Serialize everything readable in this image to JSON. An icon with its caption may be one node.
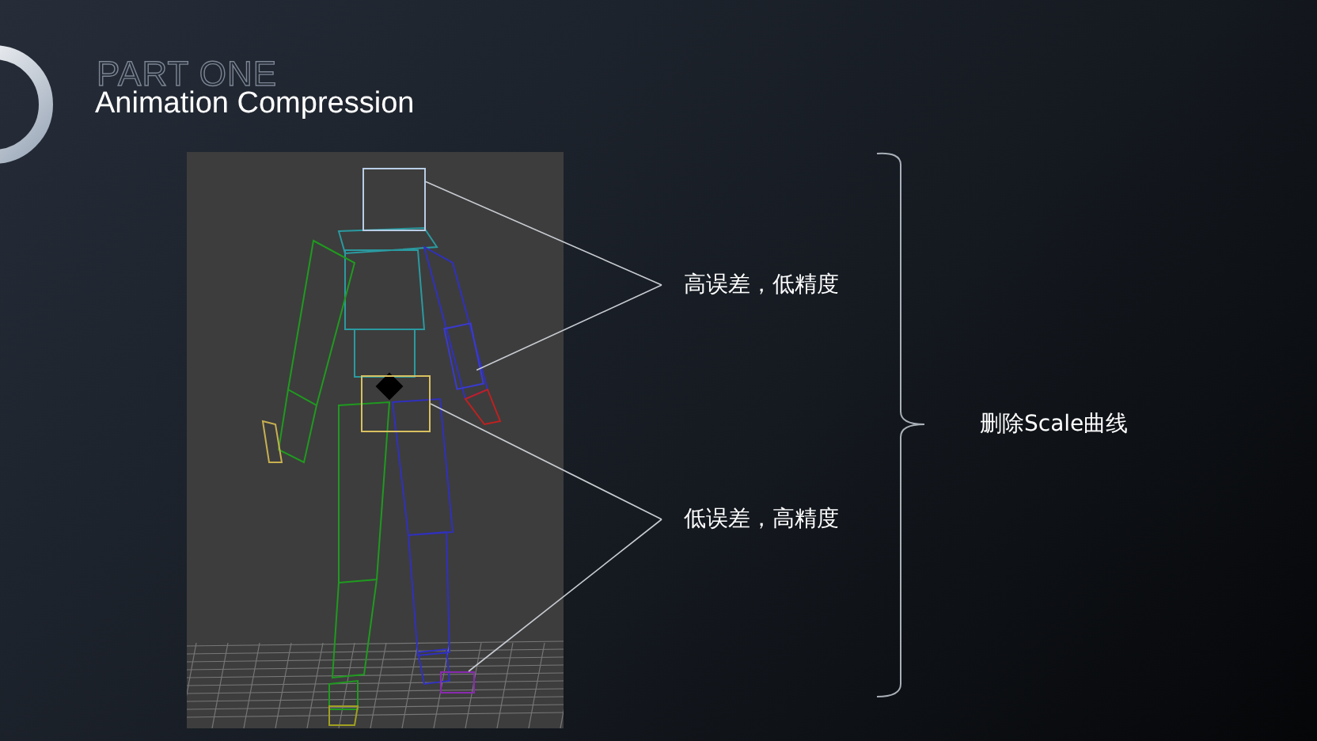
{
  "diagram": {
    "title": "Animation Compression",
    "nodes": [
      {
        "text": [
          "高误差，低精度"
        ]
      },
      {
        "text": [
          "低误差，高精度"
        ]
      },
      {
        "text": [
          "删除Scale曲线"
        ]
      },
      {
        "text": [],
        "shape": "picture"
      },
      {
        "text": [],
        "shape": "box",
        "in": 3
      },
      {
        "text": [],
        "shape": "box",
        "in": 3
      },
      {
        "text": [],
        "shape": "box",
        "in": 3
      },
      {
        "text": [],
        "shape": "box",
        "in": 3
      }
    ],
    "edges": [
      {
        "from": 0,
        "to": 4,
        "arrow": "none"
      },
      {
        "from": 0,
        "to": 5,
        "arrow": "none"
      },
      {
        "from": 1,
        "to": 6,
        "arrow": "none"
      },
      {
        "from": 1,
        "to": 7,
        "arrow": "none"
      }
    ],
    "labels": [
      "PART ONE"
    ]
  }
}
